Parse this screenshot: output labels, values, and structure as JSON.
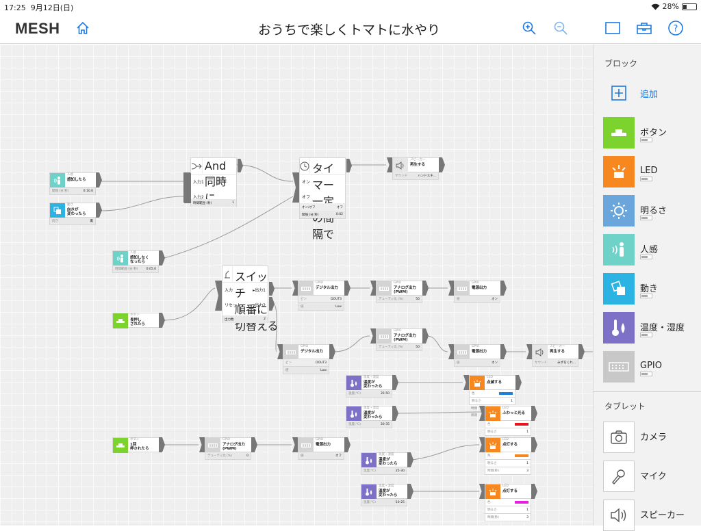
{
  "status_bar": {
    "time": "17:25",
    "date": "9月12日(日)",
    "battery": "28%",
    "battery_level": 0.28
  },
  "app": {
    "logo": "MESH",
    "title": "おうちで楽しくトマトに水やり"
  },
  "toolbar_icons": [
    "home-icon",
    "zoom-in-icon",
    "zoom-out-icon",
    "window-icon",
    "toolbox-icon",
    "help-icon"
  ],
  "colors": {
    "button": "#7dd32e",
    "led": "#f7871f",
    "brightness": "#6aa5dc",
    "human": "#6fd2c9",
    "motion": "#2bb4e3",
    "temp": "#7d71c7",
    "gpio": "#c8c8c8"
  },
  "sidebar": {
    "blocks_header": "ブロック",
    "add_label": "追加",
    "blocks": [
      {
        "label": "ボタン",
        "icon": "button-block-icon"
      },
      {
        "label": "LED",
        "icon": "led-block-icon"
      },
      {
        "label": "明るさ",
        "icon": "brightness-block-icon"
      },
      {
        "label": "人感",
        "icon": "motion-sensor-icon"
      },
      {
        "label": "動き",
        "icon": "move-block-icon"
      },
      {
        "label": "温度・湿度",
        "icon": "temperature-icon"
      },
      {
        "label": "GPIO",
        "icon": "gpio-icon"
      }
    ],
    "tablet_header": "タブレット",
    "tablet": [
      {
        "label": "カメラ",
        "icon": "camera-icon"
      },
      {
        "label": "マイク",
        "icon": "microphone-icon"
      },
      {
        "label": "スピーカー",
        "icon": "speaker-icon"
      }
    ]
  },
  "nodes": {
    "human1": {
      "cat": "人感",
      "label": "感知したら",
      "param_label": "間隔 (分:秒)",
      "param_value": "0:10.0"
    },
    "move1": {
      "cat": "動き",
      "label": "向きが\n変わったら",
      "param_label": "向き",
      "param_value": "裏"
    },
    "and1": {
      "cat": "And",
      "label": "同時に",
      "in1": "入力1",
      "in2": "入力2",
      "param_label": "時間範囲 (秒)",
      "param_value": "1"
    },
    "timer1": {
      "cat": "タイマー",
      "label": "一定の間隔で",
      "on": "オン",
      "off": "オフ",
      "p1_label": "オン/オフ",
      "p1_value": "オフ",
      "p2_label": "間隔 (分:秒)",
      "p2_value": "0:02"
    },
    "speaker1": {
      "cat": "スピーカー",
      "label": "再生する",
      "param_label": "サウンド",
      "param_value": "ハンドスキ..."
    },
    "human2": {
      "cat": "人感",
      "label": "感知しなく\nなったら",
      "param_label": "時間範囲 (分:秒)",
      "param_value": "0:05.0"
    },
    "switch1": {
      "cat": "スイッチ",
      "label": "順番に\n切替える",
      "in": "入力",
      "reset": "リセット",
      "out1": "▸出力1",
      "out2": "出力2",
      "param_label": "出力数",
      "param_value": "2"
    },
    "button1": {
      "cat": "ボタン",
      "label": "長押し\nされたら"
    },
    "gpio_d1": {
      "cat": "GPIO",
      "label": "デジタル出力",
      "p1_label": "ピン",
      "p1_value": "DOUT3",
      "p2_label": "値",
      "p2_value": "Low"
    },
    "gpio_a1": {
      "cat": "GPIO",
      "label": "アナログ出力\n(PWM)",
      "param_label": "デューティ比 (%)",
      "param_value": "50"
    },
    "gpio_p1": {
      "cat": "GPIO",
      "label": "電源出力",
      "param_label": "値",
      "param_value": "オン"
    },
    "gpio_d2": {
      "cat": "GPIO",
      "label": "デジタル出力",
      "p1_label": "ピン",
      "p1_value": "DOUT3",
      "p2_label": "値",
      "p2_value": "Low"
    },
    "gpio_a2": {
      "cat": "GPIO",
      "label": "アナログ出力\n(PWM)",
      "param_label": "デューティ比 (%)",
      "param_value": "50"
    },
    "gpio_p2": {
      "cat": "GPIO",
      "label": "電源出力",
      "param_label": "値",
      "param_value": "オン"
    },
    "speaker2": {
      "cat": "スピーカー",
      "label": "再生する",
      "param_label": "サウンド",
      "param_value": "みずをくれ..."
    },
    "temp1": {
      "cat": "温度・湿度",
      "label": "温度が\n変わったら",
      "param_label": "温度(°C)",
      "param_value": "35-50"
    },
    "temp2": {
      "cat": "温度・湿度",
      "label": "温度が\n変わったら",
      "param_label": "温度(°C)",
      "param_value": "30-35"
    },
    "led1": {
      "cat": "LED",
      "label": "点滅する",
      "color_label": "色",
      "color": "#1e7fe0",
      "b_label": "明るさ",
      "b_value": "1"
    },
    "led2": {
      "cat": "LED",
      "label": "ふわっと光る",
      "color_label": "色",
      "color": "#e8141e",
      "b_label": "明るさ",
      "b_value": "1",
      "side1": "時間",
      "side2": "周期"
    },
    "button2": {
      "cat": "ボタン",
      "label": "1回\n押されたら"
    },
    "gpio_a3": {
      "cat": "GPIO",
      "label": "アナログ出力\n(PWM)",
      "param_label": "デューティ比 (%)",
      "param_value": "0"
    },
    "gpio_p3": {
      "cat": "GPIO",
      "label": "電源出力",
      "param_label": "値",
      "param_value": "オフ"
    },
    "temp3": {
      "cat": "温度・湿度",
      "label": "温度が\n変わったら",
      "param_label": "温度(°C)",
      "param_value": "25-30"
    },
    "temp4": {
      "cat": "温度・湿度",
      "label": "温度が\n変わったら",
      "param_label": "温度(°C)",
      "param_value": "-10-25"
    },
    "led3": {
      "cat": "LED",
      "label": "点灯する",
      "color_label": "色",
      "color": "#f7871f",
      "b_label": "明るさ",
      "b_value": "1",
      "t_label": "時間(秒)",
      "t_value": "3"
    },
    "led4": {
      "cat": "LED",
      "label": "点灯する",
      "color_label": "色",
      "color": "#e81ee0",
      "b_label": "明るさ",
      "b_value": "1",
      "t_label": "時間(秒)",
      "t_value": "3"
    }
  }
}
